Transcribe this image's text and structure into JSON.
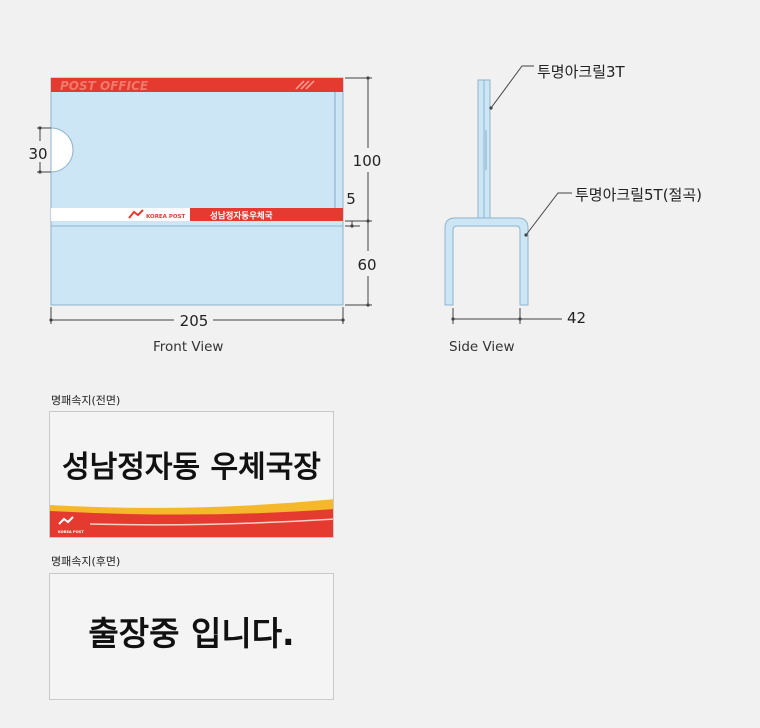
{
  "front": {
    "banner_text": "POST OFFICE",
    "logo_text": "KOREA POST",
    "nameplate_text": "성남정자동우체국",
    "dim_width": "205",
    "dim_cut_height": "30",
    "dim_upper": "100",
    "dim_slot": "5",
    "dim_lower": "60",
    "caption": "Front View"
  },
  "side": {
    "label_top": "투명아크릴3T",
    "label_base": "투명아크릴5T(절곡)",
    "dim_depth": "42",
    "caption": "Side View"
  },
  "card_front": {
    "label": "명패속지(전면)",
    "title": "성남정자동 우체국장",
    "logo_text": "KOREA POST"
  },
  "card_back": {
    "label": "명패속지(후면)",
    "title": "출장중 입니다."
  },
  "colors": {
    "panel_fill": "#cde6f6",
    "panel_stroke": "#8fb4cc",
    "brand_red": "#e53a2f",
    "accent_yellow": "#f5b82a",
    "dim_line": "#444444"
  }
}
